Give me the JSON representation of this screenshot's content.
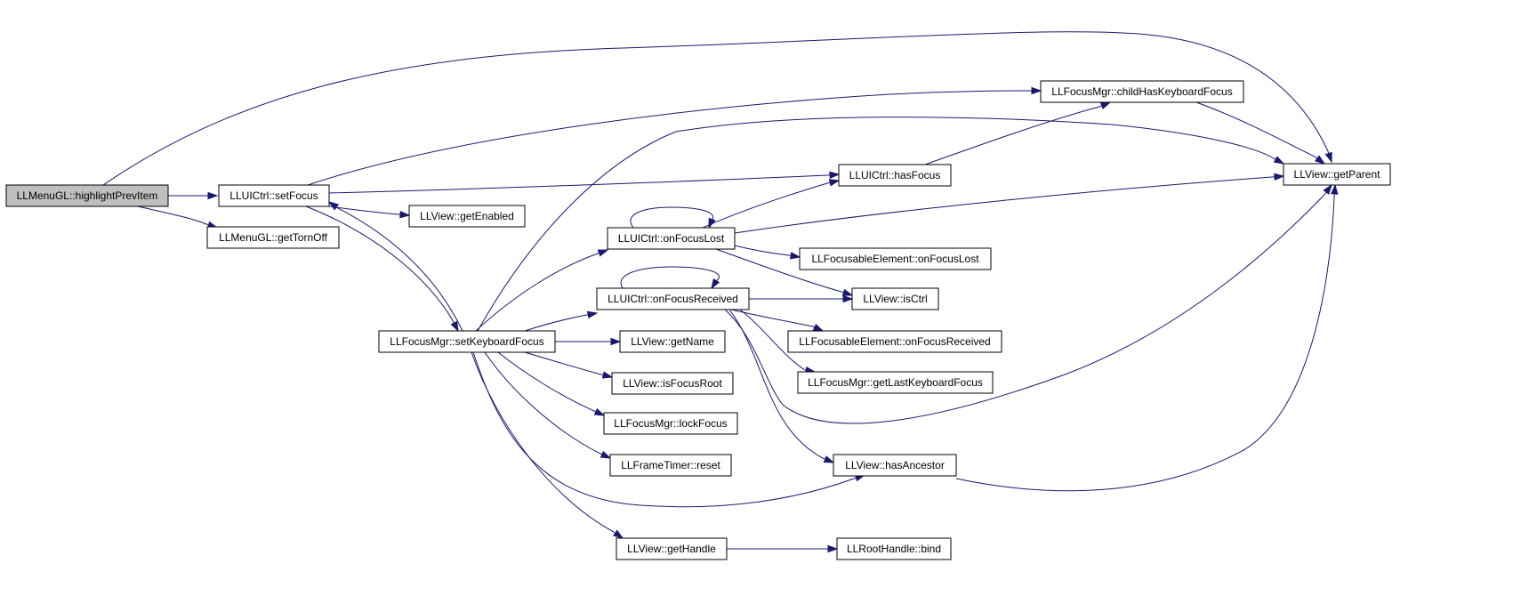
{
  "diagram": {
    "edge_color": "#191970",
    "highlight_fill": "#bfbfbf",
    "nodes": [
      {
        "id": "highlightPrevItem",
        "label": "LLMenuGL::highlightPrevItem",
        "highlight": true
      },
      {
        "id": "setFocus",
        "label": "LLUICtrl::setFocus"
      },
      {
        "id": "getTornOff",
        "label": "LLMenuGL::getTornOff"
      },
      {
        "id": "getEnabled",
        "label": "LLView::getEnabled"
      },
      {
        "id": "setKeyboardFocus",
        "label": "LLFocusMgr::setKeyboardFocus"
      },
      {
        "id": "onFocusLost",
        "label": "LLUICtrl::onFocusLost"
      },
      {
        "id": "onFocusReceived",
        "label": "LLUICtrl::onFocusReceived"
      },
      {
        "id": "getName",
        "label": "LLView::getName"
      },
      {
        "id": "isFocusRoot",
        "label": "LLView::isFocusRoot"
      },
      {
        "id": "lockFocus",
        "label": "LLFocusMgr::lockFocus"
      },
      {
        "id": "reset",
        "label": "LLFrameTimer::reset"
      },
      {
        "id": "getHandle",
        "label": "LLView::getHandle"
      },
      {
        "id": "childHasKeyboardFocus",
        "label": "LLFocusMgr::childHasKeyboardFocus"
      },
      {
        "id": "hasFocus",
        "label": "LLUICtrl::hasFocus"
      },
      {
        "id": "fe_onFocusLost",
        "label": "LLFocusableElement::onFocusLost"
      },
      {
        "id": "isCtrl",
        "label": "LLView::isCtrl"
      },
      {
        "id": "fe_onFocusReceived",
        "label": "LLFocusableElement::onFocusReceived"
      },
      {
        "id": "getLastKeyboardFocus",
        "label": "LLFocusMgr::getLastKeyboardFocus"
      },
      {
        "id": "hasAncestor",
        "label": "LLView::hasAncestor"
      },
      {
        "id": "bind",
        "label": "LLRootHandle::bind"
      },
      {
        "id": "getParent",
        "label": "LLView::getParent"
      }
    ],
    "edges": [
      [
        "highlightPrevItem",
        "getParent"
      ],
      [
        "highlightPrevItem",
        "setFocus"
      ],
      [
        "highlightPrevItem",
        "getTornOff"
      ],
      [
        "setFocus",
        "childHasKeyboardFocus"
      ],
      [
        "setFocus",
        "hasFocus"
      ],
      [
        "setFocus",
        "getEnabled"
      ],
      [
        "setFocus",
        "setKeyboardFocus"
      ],
      [
        "setKeyboardFocus",
        "setFocus"
      ],
      [
        "setKeyboardFocus",
        "getParent"
      ],
      [
        "setKeyboardFocus",
        "onFocusLost"
      ],
      [
        "setKeyboardFocus",
        "onFocusReceived"
      ],
      [
        "setKeyboardFocus",
        "getName"
      ],
      [
        "setKeyboardFocus",
        "isFocusRoot"
      ],
      [
        "setKeyboardFocus",
        "lockFocus"
      ],
      [
        "setKeyboardFocus",
        "reset"
      ],
      [
        "setKeyboardFocus",
        "hasAncestor"
      ],
      [
        "setKeyboardFocus",
        "getHandle"
      ],
      [
        "onFocusLost",
        "onFocusLost"
      ],
      [
        "onFocusLost",
        "hasFocus"
      ],
      [
        "onFocusLost",
        "getParent"
      ],
      [
        "onFocusLost",
        "fe_onFocusLost"
      ],
      [
        "onFocusLost",
        "isCtrl"
      ],
      [
        "onFocusReceived",
        "onFocusReceived"
      ],
      [
        "onFocusReceived",
        "isCtrl"
      ],
      [
        "onFocusReceived",
        "fe_onFocusReceived"
      ],
      [
        "onFocusReceived",
        "getLastKeyboardFocus"
      ],
      [
        "onFocusReceived",
        "getParent"
      ],
      [
        "onFocusReceived",
        "hasAncestor"
      ],
      [
        "hasFocus",
        "childHasKeyboardFocus"
      ],
      [
        "childHasKeyboardFocus",
        "getParent"
      ],
      [
        "hasAncestor",
        "getParent"
      ],
      [
        "getHandle",
        "bind"
      ]
    ]
  }
}
